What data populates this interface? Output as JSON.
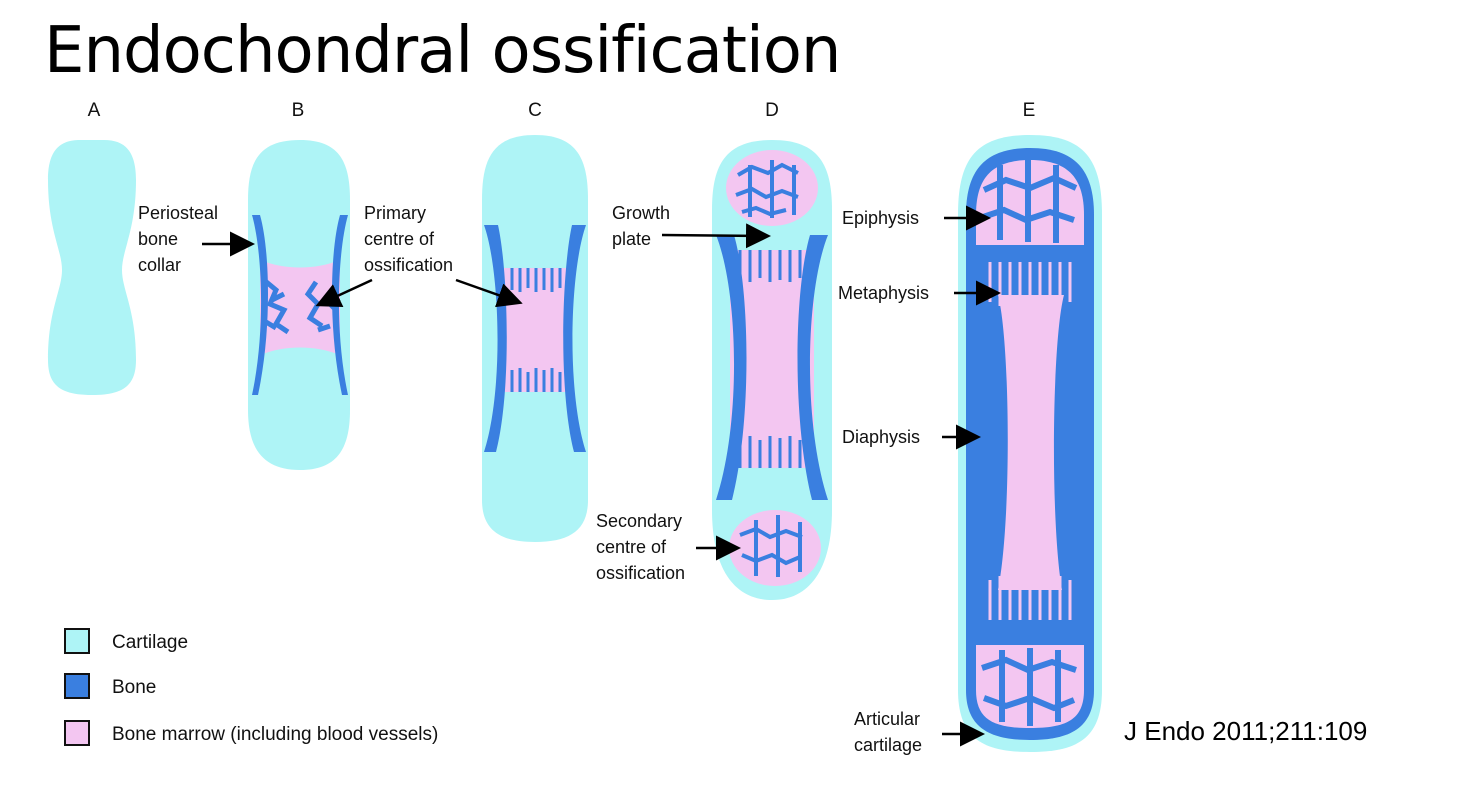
{
  "title": "Endochondral ossification",
  "stages": [
    "A",
    "B",
    "C",
    "D",
    "E"
  ],
  "labels": {
    "periosteal": "Periosteal\nbone\ncollar",
    "primary": "Primary\ncentre of\nossification",
    "growth": "Growth\nplate",
    "secondary": "Secondary\ncentre of\nossification",
    "epiphysis": "Epiphysis",
    "metaphysis": "Metaphysis",
    "diaphysis": "Diaphysis",
    "articular": "Articular\ncartilage"
  },
  "legend": [
    {
      "label": "Cartilage",
      "color": "#aef4f6"
    },
    {
      "label": "Bone",
      "color": "#3a7fe0"
    },
    {
      "label": "Bone marrow (including blood vessels)",
      "color": "#f3c6f1"
    }
  ],
  "citation": "J Endo 2011;211:109",
  "colors": {
    "cartilage": "#aef4f6",
    "bone": "#3a7fe0",
    "marrow": "#f3c6f1"
  }
}
